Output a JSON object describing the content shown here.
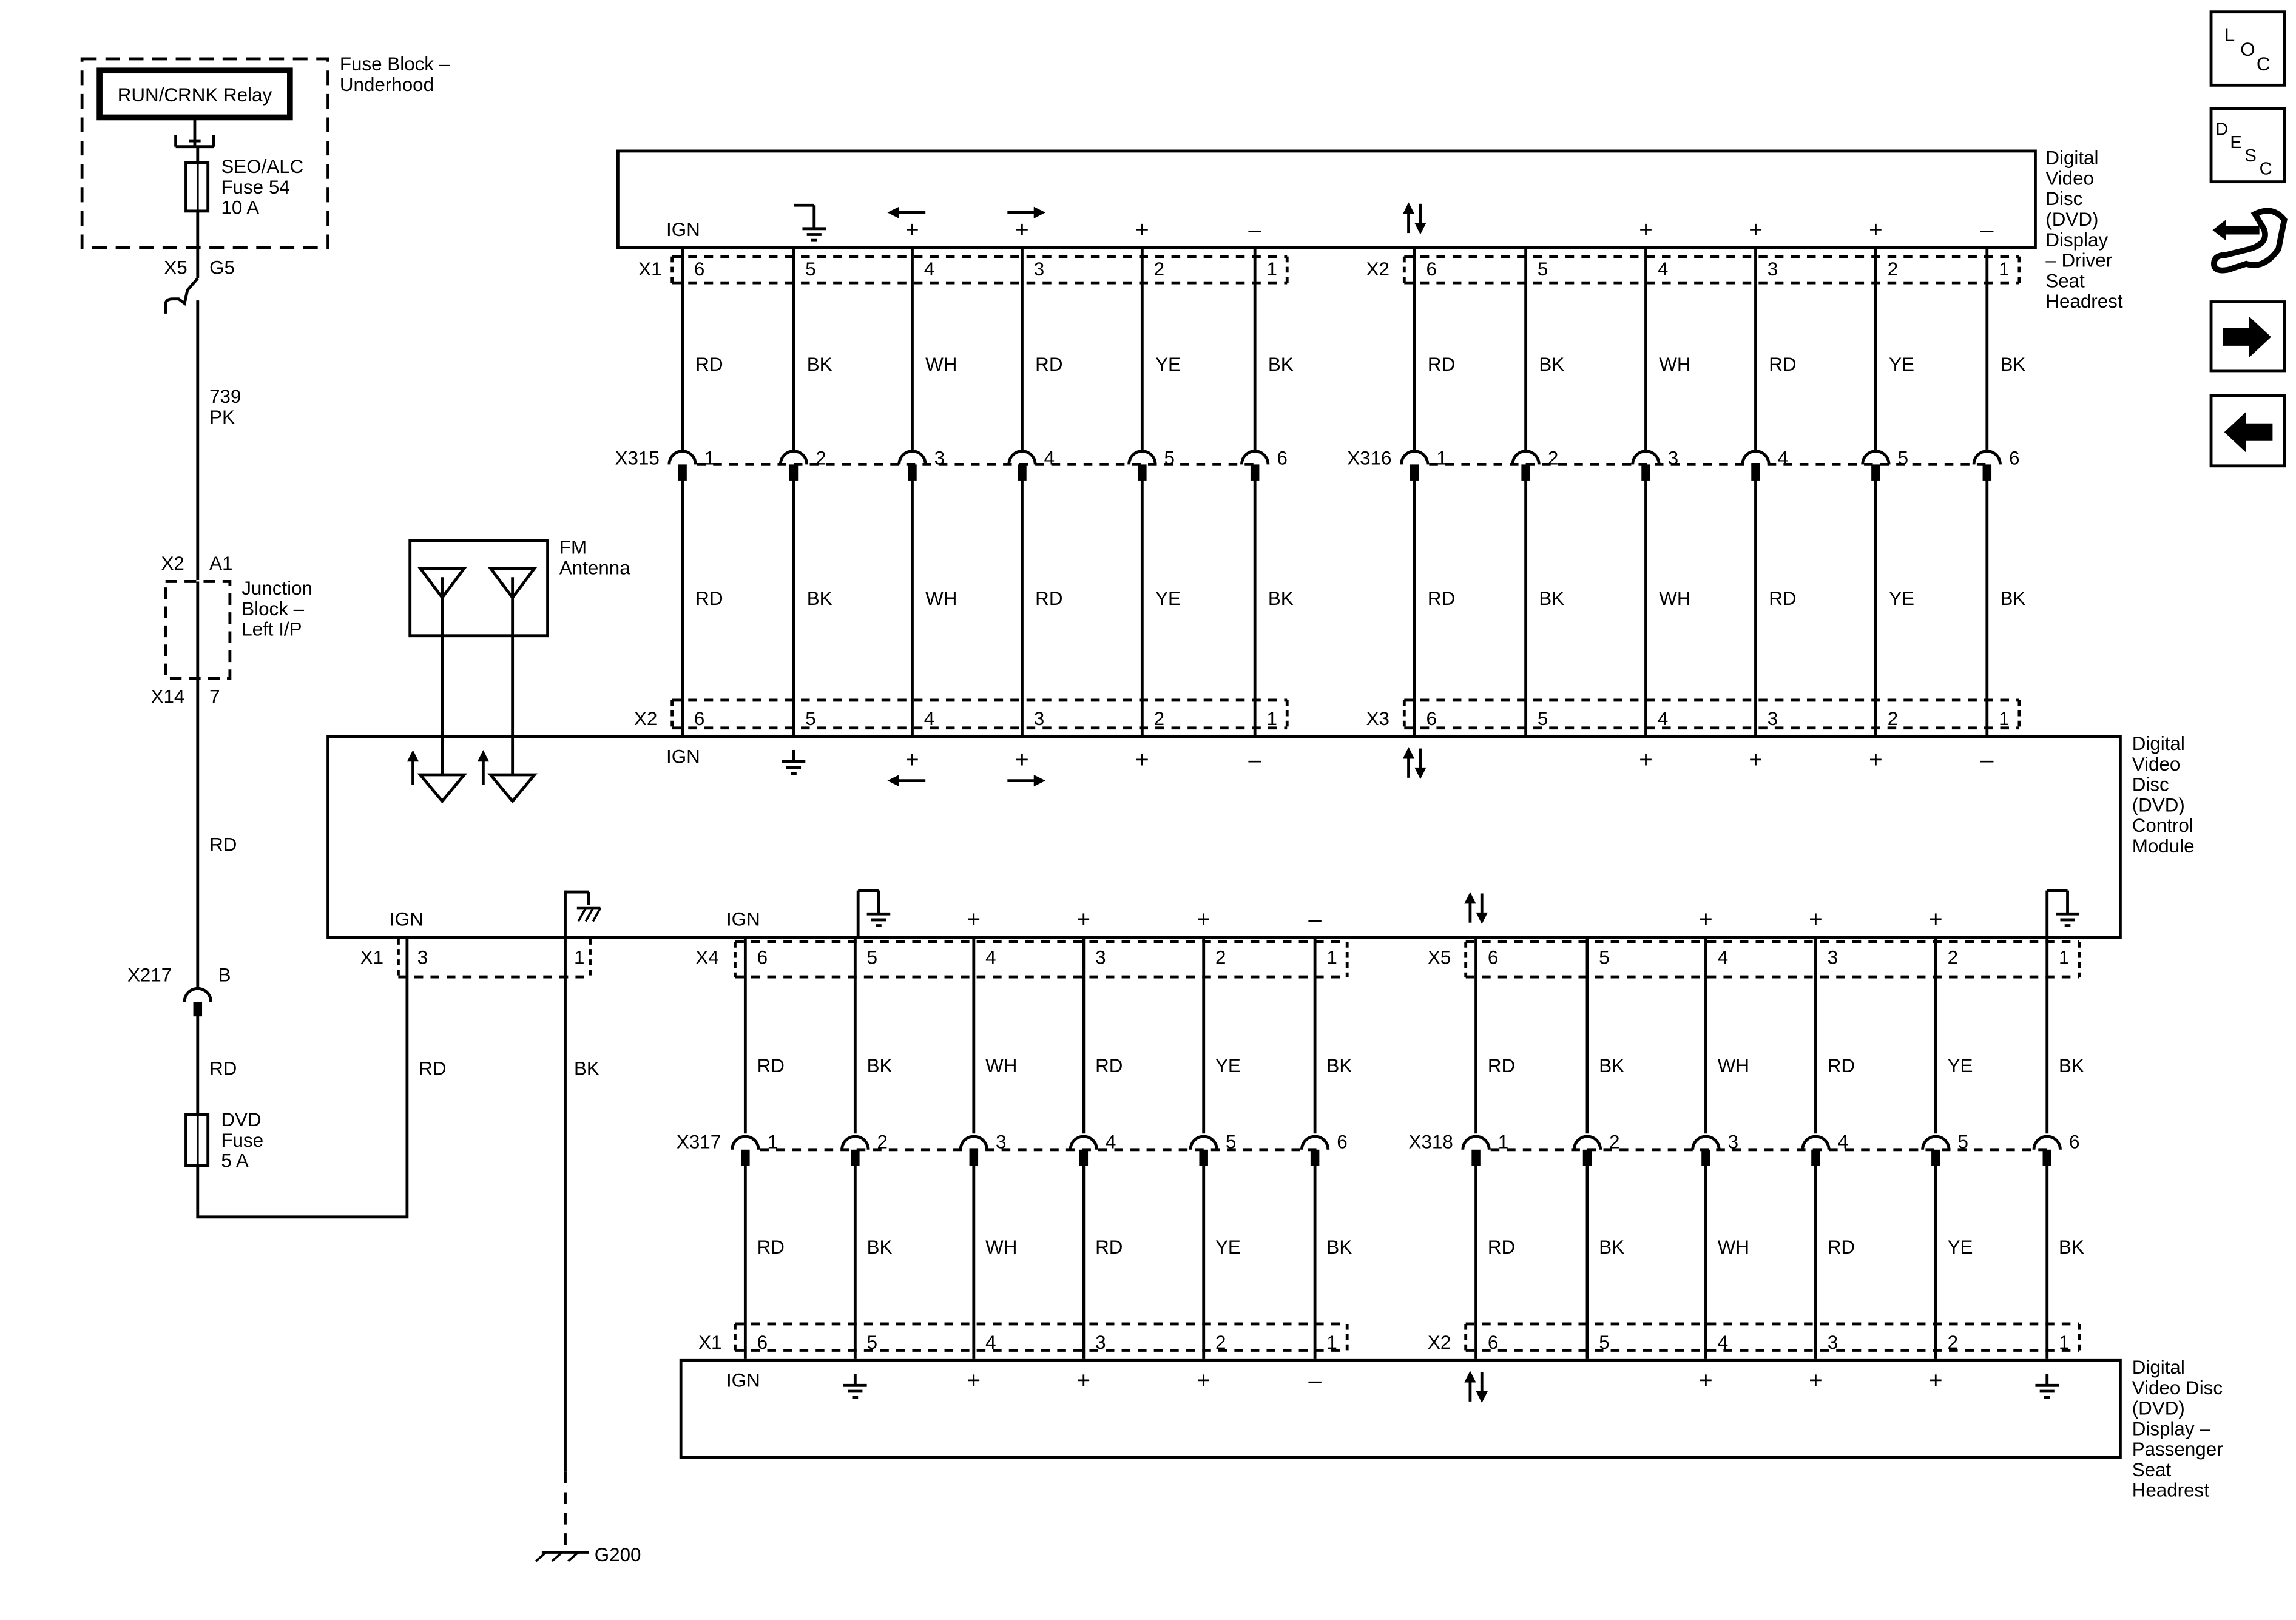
{
  "fuse_block": {
    "title_lines": [
      "Fuse Block –",
      "Underhood"
    ],
    "relay": "RUN/CRNK Relay",
    "fuse_lines": [
      "SEO/ALC",
      "Fuse 54",
      "10 A"
    ]
  },
  "feed": {
    "conn_left": "X5",
    "conn_right": "G5",
    "circuit": "739",
    "color": "PK"
  },
  "junction_block": {
    "title_lines": [
      "Junction",
      "Block –",
      "Left I/P"
    ],
    "top_left": "X2",
    "top_right": "A1",
    "bot_left": "X14",
    "bot_right": "7",
    "wire_color": "RD"
  },
  "inline_x217": {
    "name": "X217",
    "pin": "B",
    "wire_color": "RD"
  },
  "dvd_fuse": {
    "lines": [
      "DVD",
      "Fuse",
      "5 A"
    ]
  },
  "antenna": {
    "title_lines": [
      "FM",
      "Antenna"
    ]
  },
  "module_power": {
    "x1": "X1",
    "pin_ign": "3",
    "pin_gnd": "1",
    "ign_wire": "RD",
    "gnd_wire": "BK",
    "ground_label": "G200"
  },
  "ign_label": "IGN",
  "colors": [
    "RD",
    "BK",
    "WH",
    "RD",
    "YE",
    "BK"
  ],
  "pins_desc": [
    "6",
    "5",
    "4",
    "3",
    "2",
    "1"
  ],
  "pins_asc": [
    "1",
    "2",
    "3",
    "4",
    "5",
    "6"
  ],
  "signs": {
    "plus": "+",
    "minus": "–"
  },
  "driver_display": {
    "title_lines": [
      "Digital",
      "Video",
      "Disc",
      "(DVD)",
      "Display",
      "– Driver",
      "Seat",
      "Headrest"
    ],
    "conn_a": "X1",
    "conn_b": "X2"
  },
  "driver_inline": {
    "a": "X315",
    "b": "X316"
  },
  "control_module": {
    "title_lines": [
      "Digital",
      "Video",
      "Disc",
      "(DVD)",
      "Control",
      "Module"
    ],
    "top_conn_a": "X2",
    "top_conn_b": "X3",
    "bot_conn_a": "X4",
    "bot_conn_b": "X5"
  },
  "passenger_inline": {
    "a": "X317",
    "b": "X318"
  },
  "passenger_display": {
    "title_lines": [
      "Digital",
      "Video Disc",
      "(DVD)",
      "Display –",
      "Passenger",
      "Seat",
      "Headrest"
    ],
    "conn_a": "X1",
    "conn_b": "X2"
  },
  "nav_buttons": {
    "loc": [
      "L",
      "O",
      "C"
    ],
    "desc": [
      "D",
      "E",
      "S",
      "C"
    ],
    "tool_icon": "connector-tool-icon",
    "next_icon": "arrow-right-icon",
    "prev_icon": "arrow-left-icon"
  }
}
